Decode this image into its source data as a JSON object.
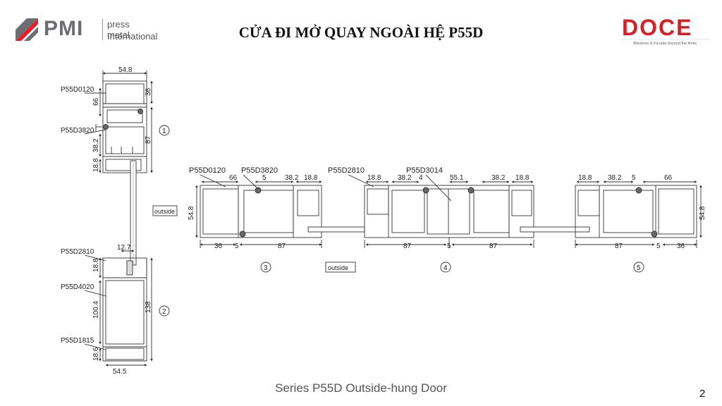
{
  "header": {
    "brand_word": "PMI",
    "brand_line1": "press metal",
    "brand_line2": "International",
    "title": "CỬA ĐI MỞ QUAY NGOÀI HỆ P55D",
    "doce_word": "DOCE",
    "doce_tagline": "Windows & Facade beyond the limits"
  },
  "footer": {
    "caption": "Series P55D Outside-hung Door",
    "page": "2"
  },
  "vertical_section": {
    "top_width": "54.8",
    "codes": [
      "P55D0120",
      "P55D3820",
      "P55D2810",
      "P55D4020",
      "P55D1815"
    ],
    "dims_top": [
      "66",
      "36",
      "87",
      "38.2",
      "18.8"
    ],
    "dims_bottom": [
      "12.7",
      "18.8",
      "100.4",
      "138",
      "18.6",
      "54.5"
    ],
    "callouts": [
      "1",
      "2"
    ],
    "outside_label": "outside"
  },
  "horizontal_section": {
    "left_codes": [
      "P55D0120",
      "P55D3820"
    ],
    "left_dims": [
      "66",
      "5",
      "38.2",
      "18.8",
      "54.8",
      "36",
      "5",
      "87"
    ],
    "mid_codes": [
      "P55D2810",
      "P55D3014"
    ],
    "mid_dims": [
      "18.8",
      "38.2",
      "4",
      "55.1",
      "38.2",
      "18.8",
      "87",
      "5",
      "87"
    ],
    "right_dims": [
      "18.8",
      "38.2",
      "5",
      "66",
      "54.8",
      "87",
      "5",
      "36"
    ],
    "callouts": [
      "3",
      "4",
      "5"
    ],
    "outside_label": "outside"
  }
}
